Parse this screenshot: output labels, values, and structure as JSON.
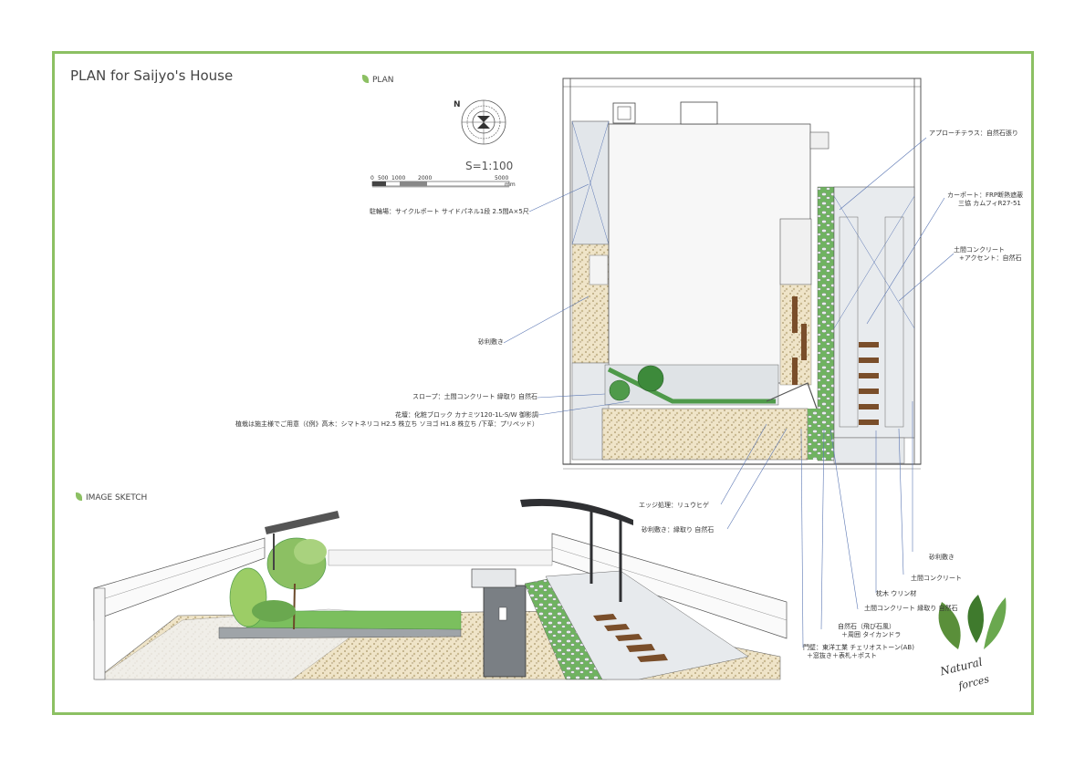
{
  "title": "PLAN for Saijyo's House",
  "sections": {
    "plan": "PLAN",
    "sketch": "IMAGE SKETCH"
  },
  "compass": {
    "north": "N"
  },
  "scale": {
    "ratio": "S=1:100",
    "ticks": [
      "0",
      "500",
      "1000",
      "2000",
      "5000"
    ],
    "unit": "mm"
  },
  "labels": {
    "approach_terrace": "アプローチテラス：自然石張り",
    "carport_line1": "カーポート：FRP断熱遮蔽",
    "carport_line2": "三協 カムフィR27-51",
    "concrete_accent_line1": "土間コンクリート",
    "concrete_accent_line2": "+アクセント：自然石",
    "bicycle_port": "駐輪場：サイクルポート サイドパネル1段 2.5間A×5尺",
    "gravel_left": "砂利敷き",
    "slope": "スロープ：土間コンクリート 縁取り 自然石",
    "flowerbed_line1": "花壇：化粧ブロック カナミツ120-1L-S/W 御影調",
    "flowerbed_line2": "植栽は施主様でご用意（《例》高木：シマトネリコ H2.5 株立ち ソヨゴ H1.8 株立ち /下草：プリペッド）",
    "edge": "エッジ処理：リュウヒゲ",
    "gravel_edge": "砂利敷き：縁取り 自然石",
    "gravel_right": "砂利敷き",
    "concrete_right": "土間コンクリート",
    "sleeper": "枕木 ウリン材",
    "concrete_edge": "土間コンクリート 縁取り 自然石",
    "stone_line1": "自然石（飛び石風）",
    "stone_line2": "＋周囲 タイカンドラ",
    "gate_line1": "門壁：東洋工業 チェリオストーン(AB)",
    "gate_line2": "＋窓抜き＋表札＋ポスト"
  },
  "logo": {
    "line1": "Natural",
    "line2": "forces"
  },
  "colors": {
    "frame": "#8cc063",
    "gravel": "#efe4c8",
    "green": "#4f9a4a",
    "concrete": "#dfe3e6",
    "wood": "#7a4e2a",
    "leader": "#5a76b3"
  }
}
